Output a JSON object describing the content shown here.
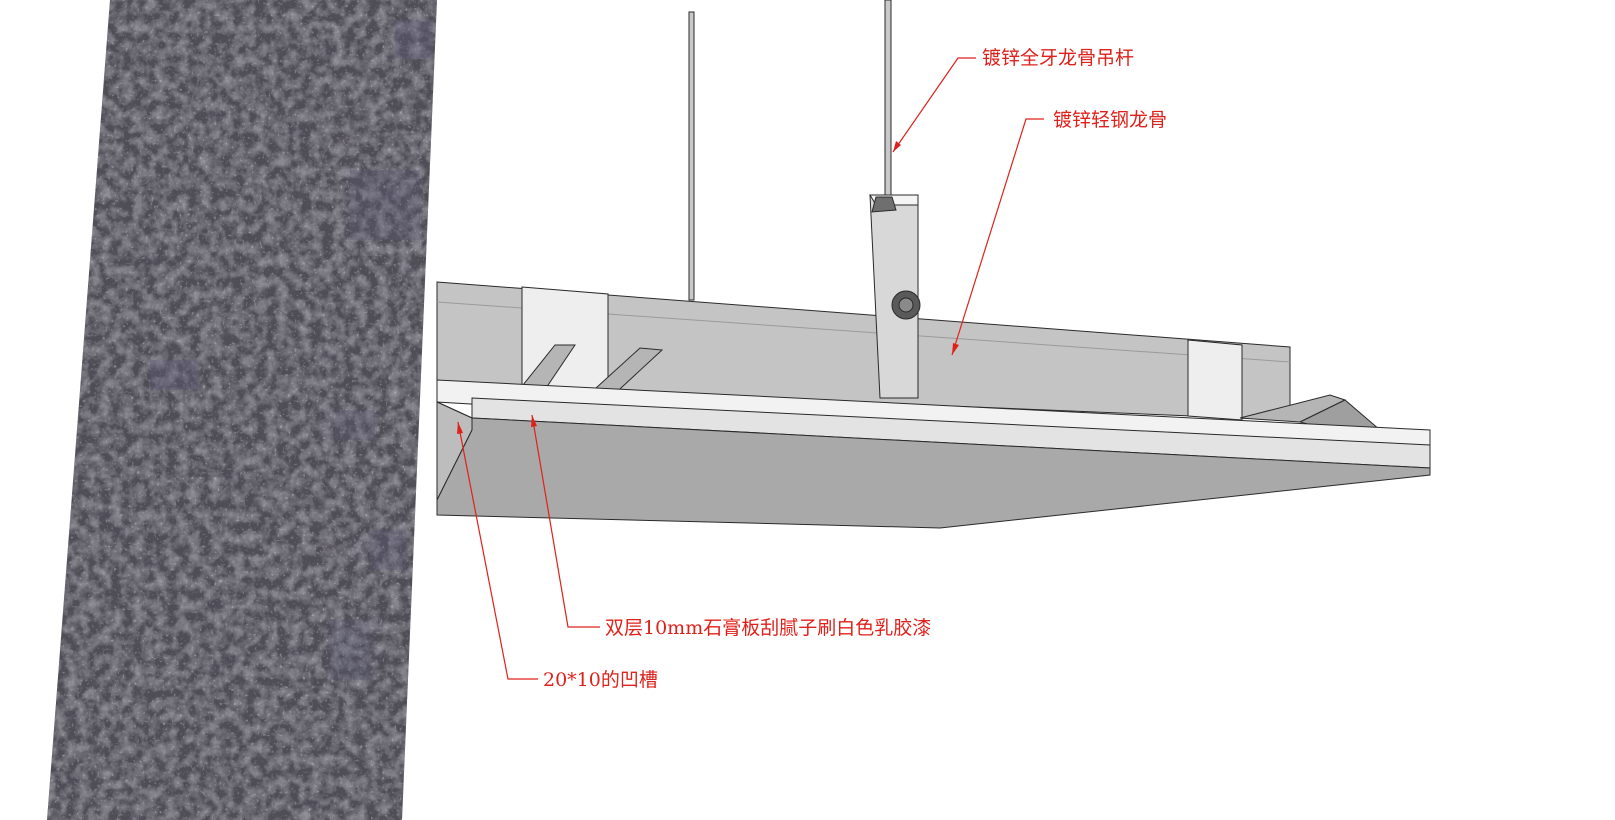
{
  "callouts": {
    "hanger_rod": "镀锌全牙龙骨吊杆",
    "light_steel_keel": "镀锌轻钢龙骨",
    "gypsum_board": "双层10mm石膏板刮腻子刷白色乳胶漆",
    "groove": "20*10的凹槽"
  },
  "colors": {
    "callout": "#e0201a",
    "concrete": "#4f4e56",
    "board_underside": "#a9a9a9",
    "board_edge": "#f2f2f2",
    "keel": "#c4c4c4",
    "bracket": "#d8d8d8"
  }
}
